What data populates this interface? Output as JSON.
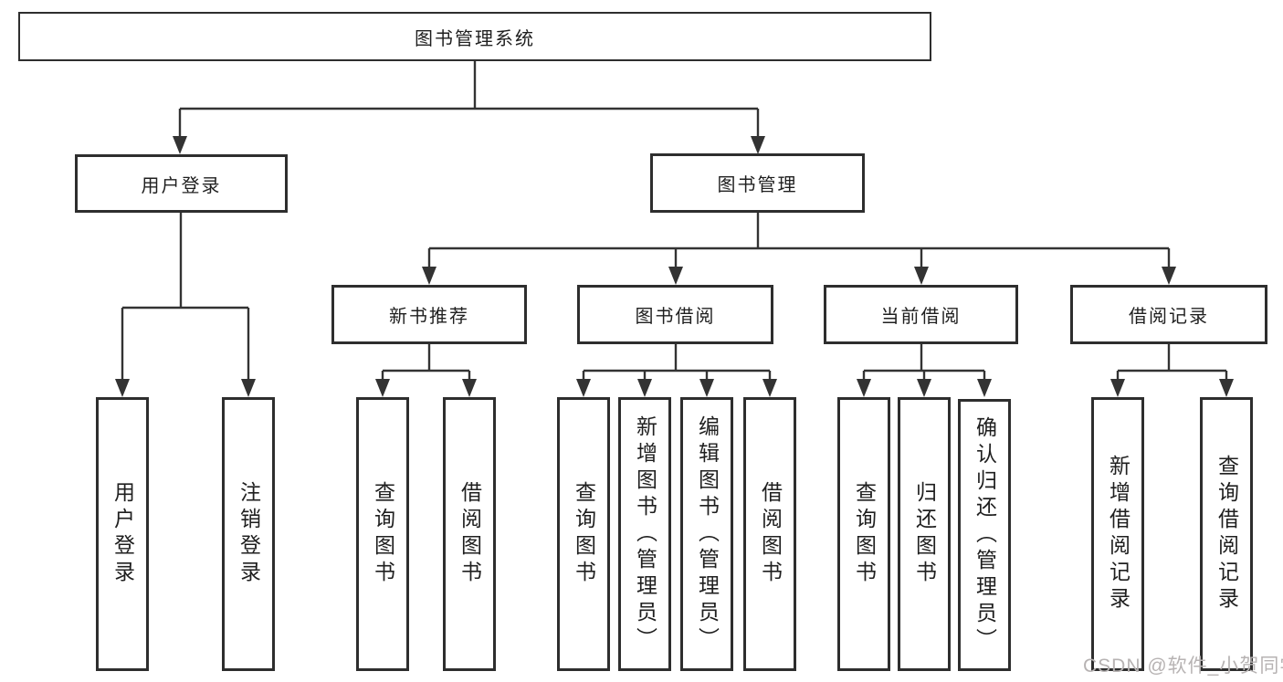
{
  "diagram_type": "hierarchy-structure-chart",
  "colors": {
    "line": "#333333",
    "border": "#2e2e2e",
    "text": "#1f1f1f",
    "watermark": "#b7b3b3",
    "background": "#ffffff"
  },
  "watermark": "CSDN @软件_小贺同学",
  "tree": {
    "root": {
      "label": "图书管理系统"
    },
    "branches": [
      {
        "label": "用户登录",
        "children": [
          {
            "label": "用户登录"
          },
          {
            "label": "注销登录"
          }
        ]
      },
      {
        "label": "图书管理",
        "children": [
          {
            "label": "新书推荐",
            "children": [
              {
                "label": "查询图书"
              },
              {
                "label": "借阅图书"
              }
            ]
          },
          {
            "label": "图书借阅",
            "children": [
              {
                "label": "查询图书"
              },
              {
                "label": "新增图书（管理员）"
              },
              {
                "label": "编辑图书（管理员）"
              },
              {
                "label": "借阅图书"
              }
            ]
          },
          {
            "label": "当前借阅",
            "children": [
              {
                "label": "查询图书"
              },
              {
                "label": "归还图书"
              },
              {
                "label": "确认归还（管理员）"
              }
            ]
          },
          {
            "label": "借阅记录",
            "children": [
              {
                "label": "新增借阅记录"
              },
              {
                "label": "查询借阅记录"
              }
            ]
          }
        ]
      }
    ]
  }
}
